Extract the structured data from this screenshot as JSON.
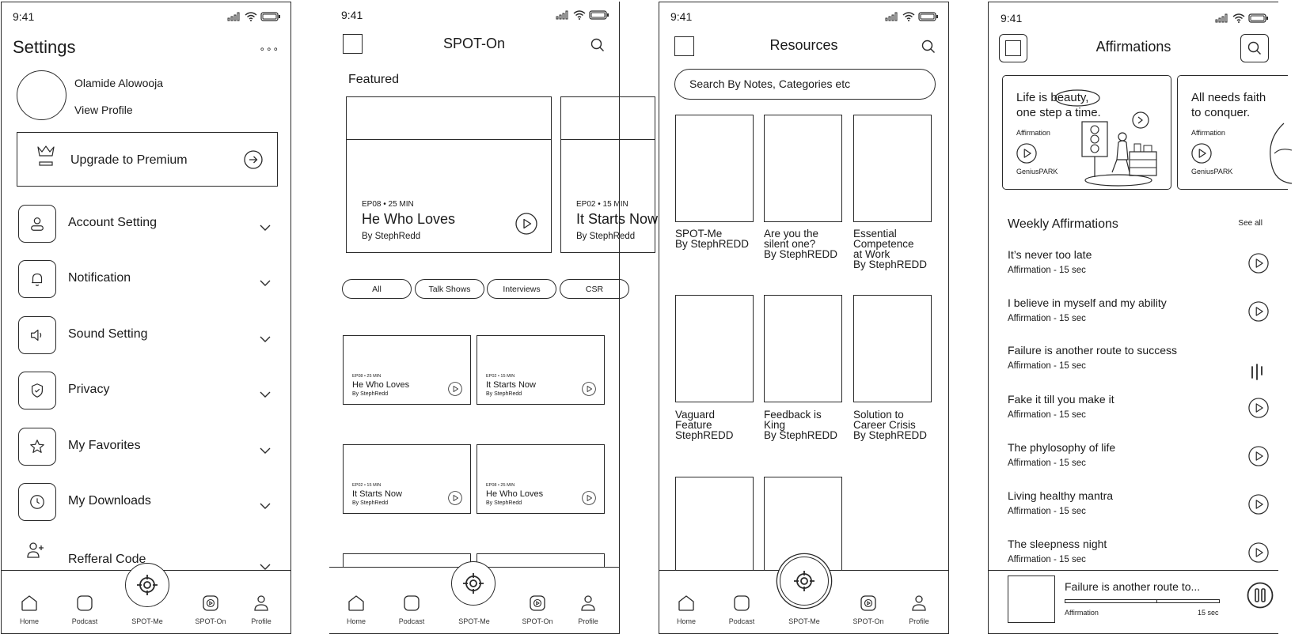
{
  "status_time": "9:41",
  "tabbar": {
    "home": "Home",
    "podcast": "Podcast",
    "spotme": "SPOT-Me",
    "spoton": "SPOT-On",
    "profile": "Profile"
  },
  "settings": {
    "title": "Settings",
    "more": "∘∘∘",
    "profile_name": "Olamide Alowooja",
    "view_profile": "View Profile",
    "premium_label": "Upgrade to Premium",
    "items": [
      {
        "label": "Account Setting"
      },
      {
        "label": "Notification"
      },
      {
        "label": "Sound Setting"
      },
      {
        "label": "Privacy"
      },
      {
        "label": "My Favorites"
      },
      {
        "label": "My Downloads"
      },
      {
        "label": "Refferal Code"
      }
    ]
  },
  "spoton": {
    "title": "SPOT-On",
    "featured_label": "Featured",
    "featured": [
      {
        "ep": "EP08 • 25 MIN",
        "title": "He Who Loves",
        "by": "By StephRedd"
      },
      {
        "ep": "EP02 • 15 MIN",
        "title": "It Starts Now",
        "by": "By StephRedd"
      }
    ],
    "chips": [
      "All",
      "Talk Shows",
      "Interviews",
      "CSR"
    ],
    "grid": [
      {
        "ep": "EP08 • 25 MIN",
        "title": "He Who Loves",
        "by": "By StephRedd"
      },
      {
        "ep": "EP02 • 15 MIN",
        "title": "It Starts Now",
        "by": "By StephRedd"
      },
      {
        "ep": "EP02 • 15 MIN",
        "title": "It Starts Now",
        "by": "By StephRedd"
      },
      {
        "ep": "EP08 • 25 MIN",
        "title": "He Who Loves",
        "by": "By StephRedd"
      }
    ]
  },
  "resources": {
    "title": "Resources",
    "search_placeholder": "Search By Notes, Categories etc",
    "items": [
      {
        "lines": [
          "SPOT-Me",
          "By StephREDD"
        ]
      },
      {
        "lines": [
          "Are you the",
          "silent one?",
          "By StephREDD"
        ]
      },
      {
        "lines": [
          "Essential",
          "Competence",
          "at Work",
          "By StephREDD"
        ]
      },
      {
        "lines": [
          "Vaguard",
          "Feature",
          "StephREDD"
        ]
      },
      {
        "lines": [
          "Feedback is",
          "King",
          "By StephREDD"
        ]
      },
      {
        "lines": [
          "Solution to",
          "Career Crisis",
          "By StephREDD"
        ]
      }
    ]
  },
  "affirmations": {
    "title": "Affirmations",
    "cards": [
      {
        "quote_line1": "Life is beauty,",
        "quote_line2": "one step a time.",
        "type": "Affirmation",
        "brand": "GeniusPARK"
      },
      {
        "quote_line1": "All needs faith",
        "quote_line2": "to conquer.",
        "type": "Affirmation",
        "brand": "GeniusPARK"
      }
    ],
    "weekly_title": "Weekly Affirmations",
    "see_all": "See all",
    "items": [
      {
        "title": "It’s never too late",
        "sub": "Affirmation - 15 sec",
        "state": "play"
      },
      {
        "title": "I believe in myself and my ability",
        "sub": "Affirmation - 15 sec",
        "state": "play"
      },
      {
        "title": "Failure is another route to success",
        "sub": "Affirmation - 15 sec",
        "state": "playing"
      },
      {
        "title": "Fake it till you make it",
        "sub": "Affirmation - 15 sec",
        "state": "play"
      },
      {
        "title": "The phylosophy of life",
        "sub": "Affirmation - 15 sec",
        "state": "play"
      },
      {
        "title": "Living healthy mantra",
        "sub": "Affirmation - 15 sec",
        "state": "play"
      },
      {
        "title": "The sleepness night",
        "sub": "Affirmation - 15 sec",
        "state": "play"
      }
    ],
    "player": {
      "title": "Failure is another route to...",
      "type": "Affirmation",
      "duration": "15 sec",
      "progress": 0.6
    }
  }
}
